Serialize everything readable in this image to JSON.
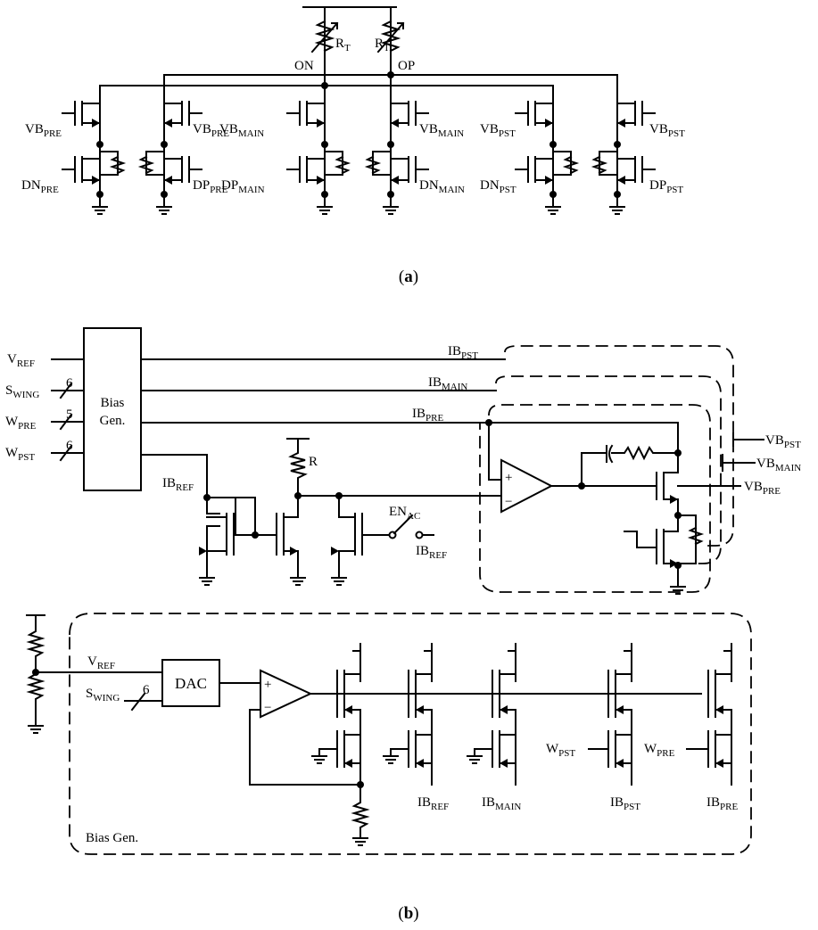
{
  "captions": {
    "a": "a",
    "b": "b"
  },
  "part_a": {
    "resistor": "R",
    "resistor_sub": "T",
    "node_on": "ON",
    "node_op": "OP",
    "vb": "VB",
    "dn": "DN",
    "dp": "DP",
    "sub_pre": "PRE",
    "sub_main": "MAIN",
    "sub_pst": "PST"
  },
  "part_b": {
    "v": "V",
    "s": "S",
    "w": "W",
    "ib": "IB",
    "en": "EN",
    "vb": "VB",
    "sub_ref": "REF",
    "sub_wing": "WING",
    "sub_pre": "PRE",
    "sub_pst": "PST",
    "sub_main": "MAIN",
    "sub_ac": "AC",
    "bus_6": "6",
    "bus_5": "5",
    "bias_gen_1": "Bias",
    "bias_gen_2": "Gen.",
    "r": "R",
    "plus": "+",
    "minus": "−",
    "dac": "DAC",
    "bias_gen_label": "Bias Gen."
  }
}
